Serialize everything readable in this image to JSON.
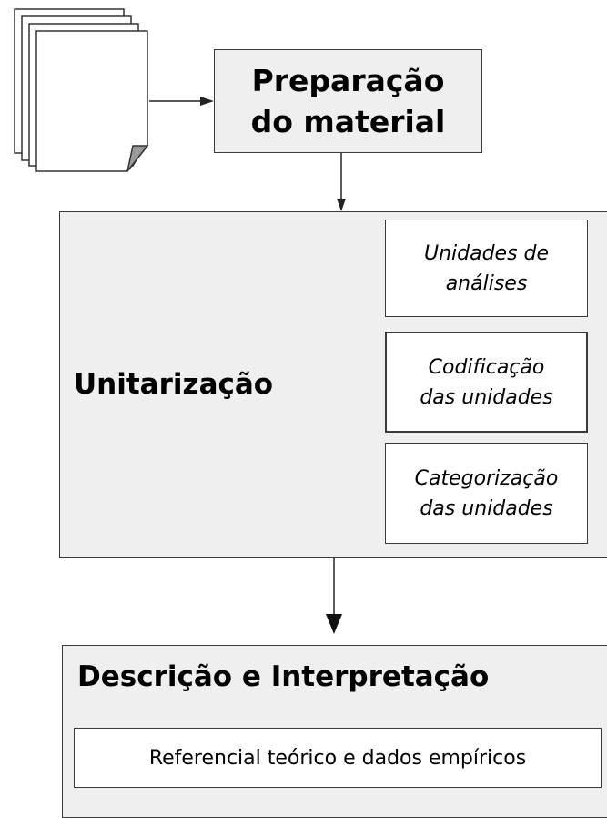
{
  "icons": {
    "documents": "document-stack-icon"
  },
  "colors": {
    "box_fill": "#efefef",
    "border": "#3a3a3a",
    "arrow": "#222222"
  },
  "preparation": {
    "line1": "Preparação",
    "line2": "do material"
  },
  "unitization": {
    "title": "Unitarização",
    "items": [
      {
        "line1": "Unidades de",
        "line2": "análises"
      },
      {
        "line1": "Codificação",
        "line2": "das unidades"
      },
      {
        "line1": "Categorização",
        "line2": "das unidades"
      }
    ]
  },
  "description": {
    "title": "Descrição e Interpretação",
    "reference": "Referencial teórico e dados empíricos"
  }
}
